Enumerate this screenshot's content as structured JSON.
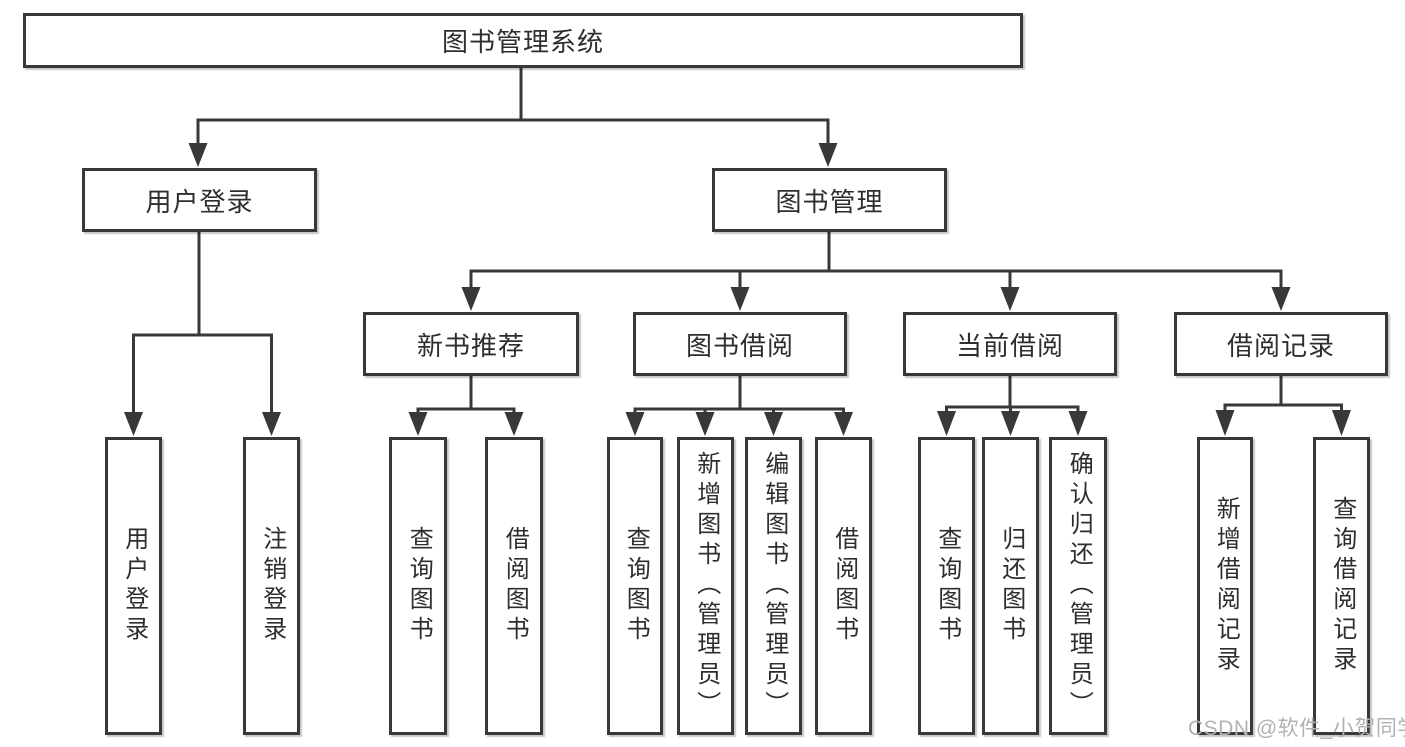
{
  "diagram_title": "图书管理系统",
  "tree": {
    "label": "图书管理系统",
    "children": [
      {
        "label": "用户登录",
        "children": [
          {
            "label": "用户登录"
          },
          {
            "label": "注销登录"
          }
        ]
      },
      {
        "label": "图书管理",
        "children": [
          {
            "label": "新书推荐",
            "children": [
              {
                "label": "查询图书"
              },
              {
                "label": "借阅图书"
              }
            ]
          },
          {
            "label": "图书借阅",
            "children": [
              {
                "label": "查询图书"
              },
              {
                "label": "新增图书（管理员）"
              },
              {
                "label": "编辑图书（管理员）"
              },
              {
                "label": "借阅图书"
              }
            ]
          },
          {
            "label": "当前借阅",
            "children": [
              {
                "label": "查询图书"
              },
              {
                "label": "归还图书"
              },
              {
                "label": "确认归还（管理员）"
              }
            ]
          },
          {
            "label": "借阅记录",
            "children": [
              {
                "label": "新增借阅记录"
              },
              {
                "label": "查询借阅记录"
              }
            ]
          }
        ]
      }
    ]
  },
  "watermark": {
    "text": "CSDN @软件_小贺同学",
    "color": "#b2b2b2"
  },
  "colors": {
    "line": "#383838",
    "box_border": "#383838",
    "box_fill": "#ffffff",
    "text": "#2e2e2e",
    "background": "#ffffff"
  }
}
